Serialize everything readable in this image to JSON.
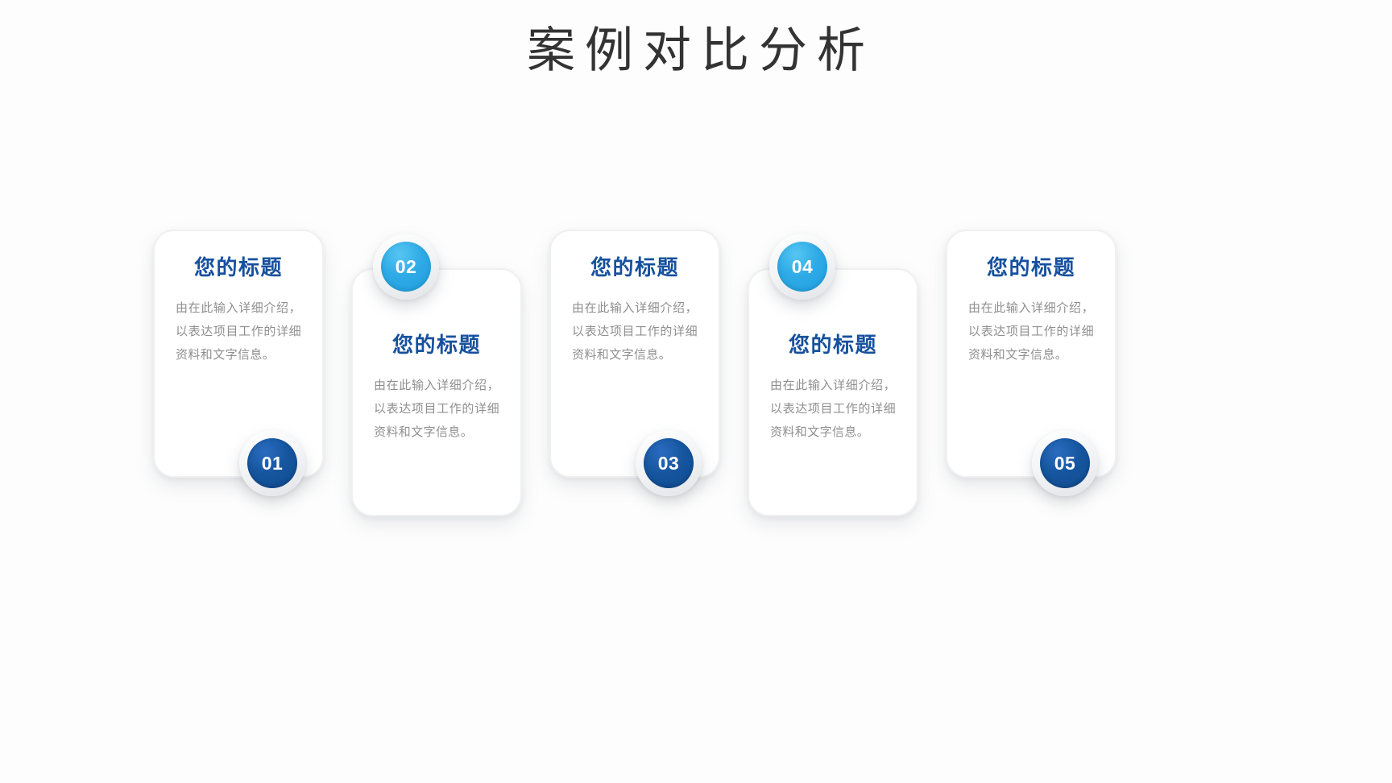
{
  "slide": {
    "title": "案例对比分析",
    "background_color": "#fdfdfd",
    "title_color": "#333333"
  },
  "theme": {
    "title_accent": "#16509e",
    "body_text": "#8f8f8f",
    "badge_dark": "#16569f",
    "badge_light": "#2eaae6",
    "card_background": "#ffffff",
    "card_border": "#f0f0f0"
  },
  "cards": [
    {
      "number": "01",
      "badge_style": "dark",
      "badge_position": "bottom",
      "offset": "up",
      "title": "您的标题",
      "body": "由在此输入详细介绍，以表达项目工作的详细资料和文字信息。"
    },
    {
      "number": "02",
      "badge_style": "light",
      "badge_position": "top",
      "offset": "down",
      "title": "您的标题",
      "body": "由在此输入详细介绍，以表达项目工作的详细资料和文字信息。"
    },
    {
      "number": "03",
      "badge_style": "dark",
      "badge_position": "bottom",
      "offset": "up",
      "title": "您的标题",
      "body": "由在此输入详细介绍，以表达项目工作的详细资料和文字信息。"
    },
    {
      "number": "04",
      "badge_style": "light",
      "badge_position": "top",
      "offset": "down",
      "title": "您的标题",
      "body": "由在此输入详细介绍，以表达项目工作的详细资料和文字信息。"
    },
    {
      "number": "05",
      "badge_style": "dark",
      "badge_position": "bottom",
      "offset": "up",
      "title": "您的标题",
      "body": "由在此输入详细介绍，以表达项目工作的详细资料和文字信息。"
    }
  ]
}
